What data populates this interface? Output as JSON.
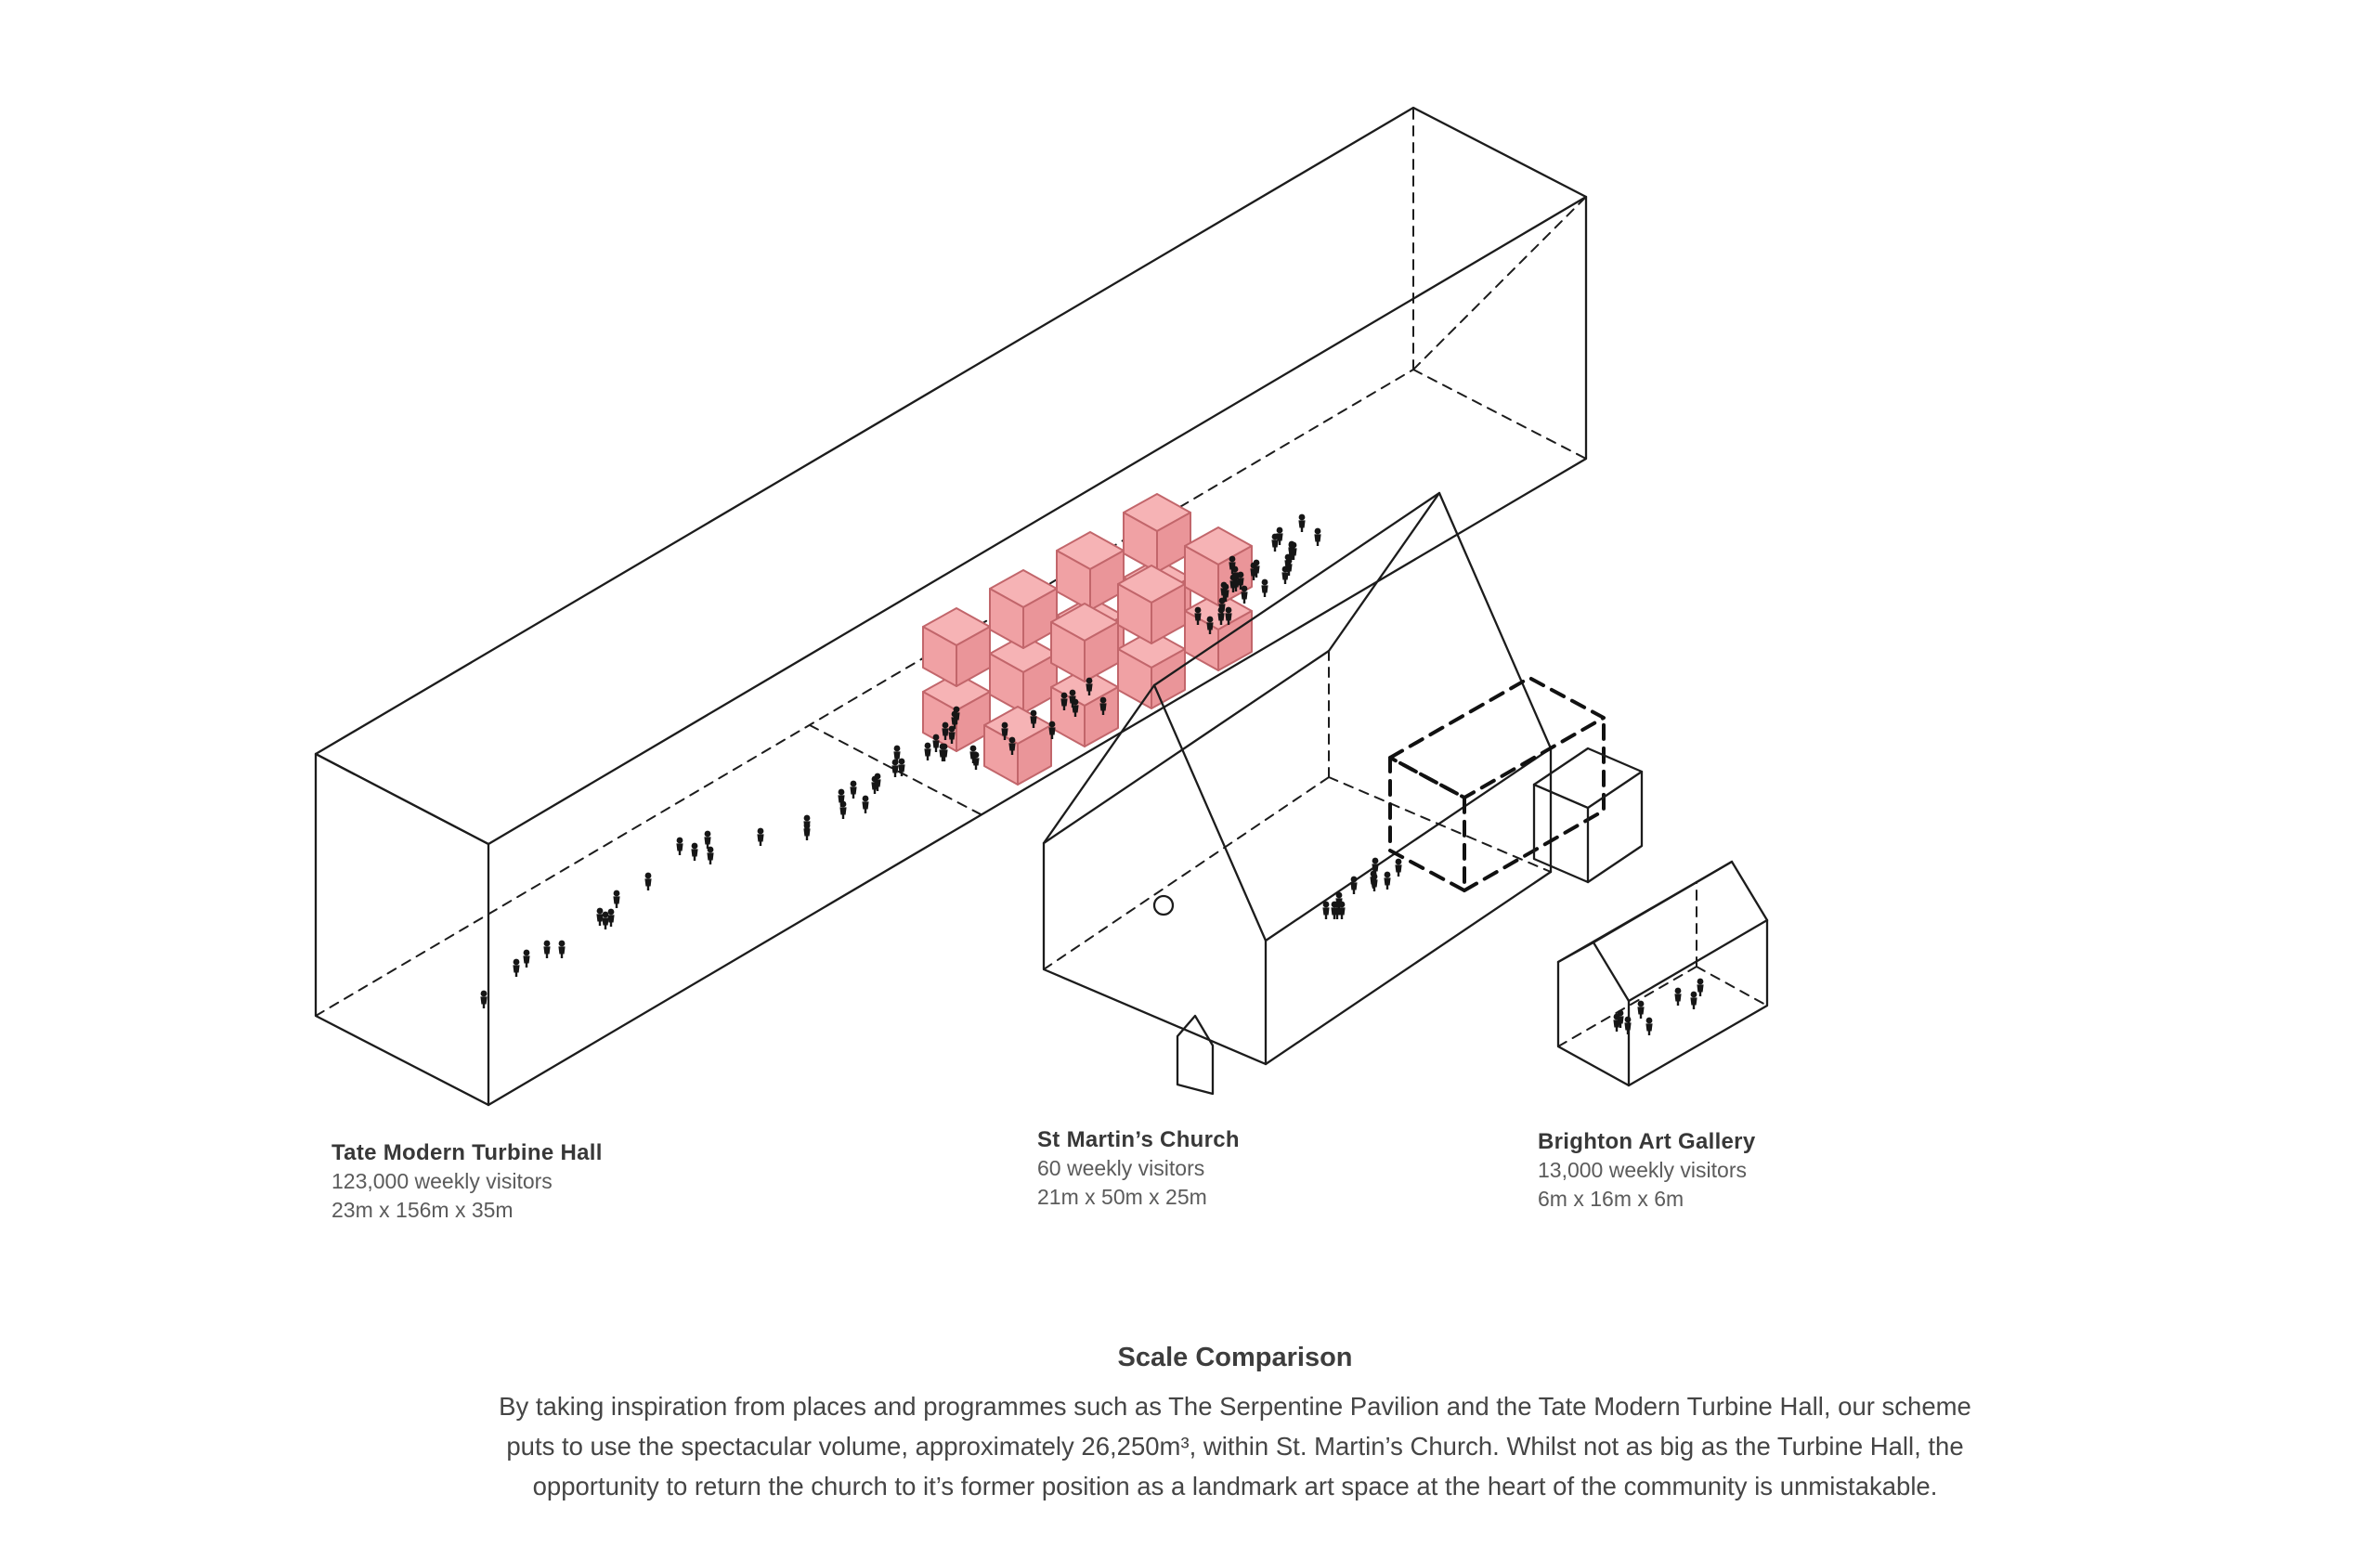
{
  "drawing": {
    "accent_pink": "#f0a1a4",
    "line_color": "#1c1c1c",
    "figure_color": "#161616"
  },
  "buildings": [
    {
      "name": "Tate Modern Turbine Hall",
      "visitors": "123,000 weekly visitors",
      "dimensions": "23m x 156m x 35m"
    },
    {
      "name": "St Martin’s Church",
      "visitors": "60 weekly visitors",
      "dimensions": "21m x 50m x 25m"
    },
    {
      "name": "Brighton Art Gallery",
      "visitors": "13,000 weekly visitors",
      "dimensions": "6m x 16m x 6m"
    }
  ],
  "caption": {
    "title": "Scale Comparison",
    "body": [
      "By taking inspiration from places and programmes such as The Serpentine Pavilion and the Tate Modern Turbine Hall, our scheme",
      "puts to use the spectacular volume, approximately 26,250m³, within St. Martin’s Church. Whilst not as big as the Turbine Hall, the",
      "opportunity to return the church to it’s former position as a landmark art space at the heart of the community is unmistakable."
    ]
  }
}
